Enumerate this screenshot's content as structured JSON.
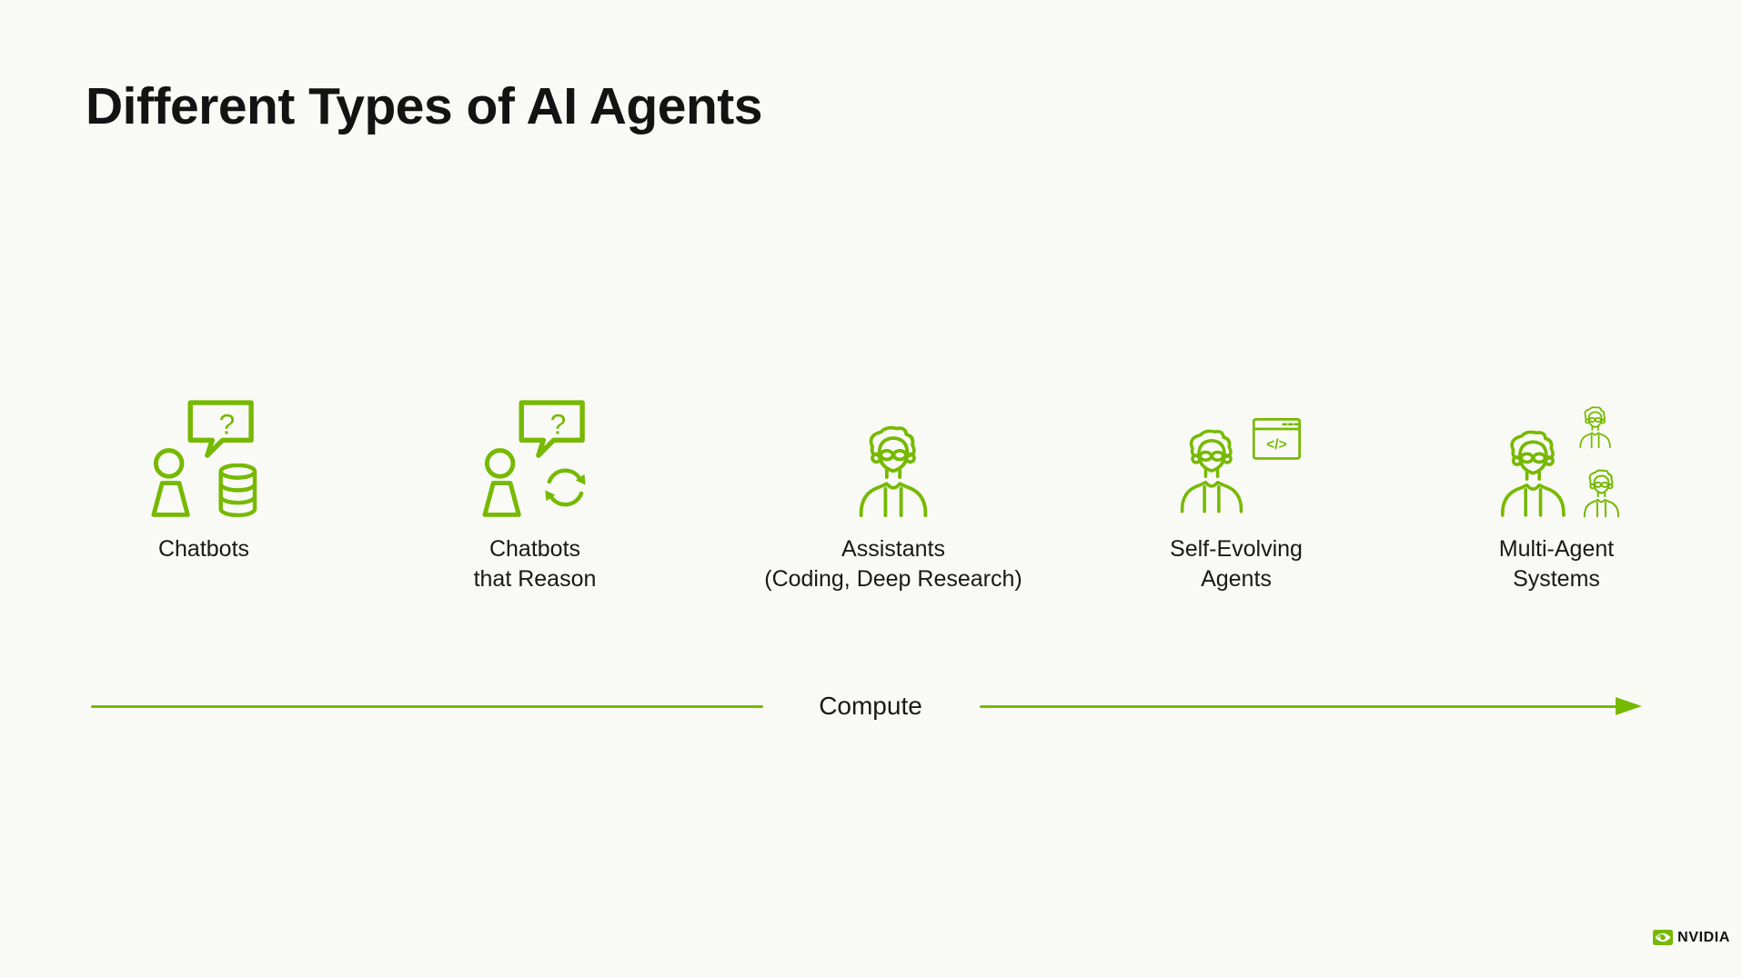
{
  "slide": {
    "title": "Different Types of AI Agents",
    "background_color": "#f9faf5",
    "accent_color": "#76B900",
    "text_color": "#161616"
  },
  "agents": [
    {
      "icon": "chatbot-icon",
      "label_lines": [
        "Chatbots",
        ""
      ]
    },
    {
      "icon": "reasoning-chatbot-icon",
      "label_lines": [
        "Chatbots",
        "that Reason"
      ]
    },
    {
      "icon": "assistant-avatar-icon",
      "label_lines": [
        "Assistants",
        "(Coding, Deep Research)"
      ]
    },
    {
      "icon": "self-evolving-agent-icon",
      "label_lines": [
        "Self-Evolving",
        "Agents"
      ]
    },
    {
      "icon": "multi-agent-icon",
      "label_lines": [
        "Multi-Agent",
        "Systems"
      ]
    }
  ],
  "glyphs": {
    "question_mark": "?",
    "code": "</>"
  },
  "axis": {
    "label": "Compute"
  },
  "footer": {
    "brand": "NVIDIA"
  }
}
